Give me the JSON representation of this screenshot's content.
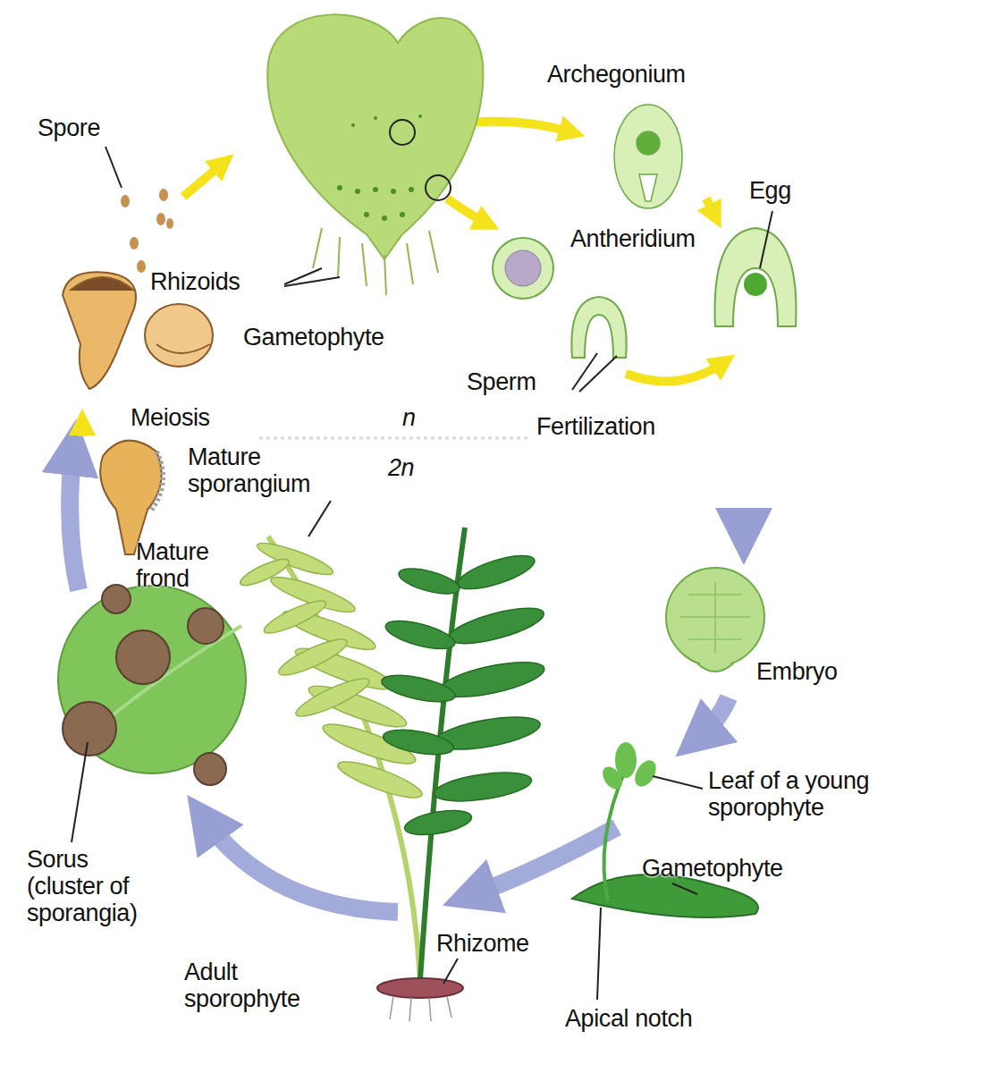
{
  "diagram": {
    "labels": [
      "Spore",
      "Archegonium",
      "Egg",
      "Antheridium",
      "Rhizoids",
      "Gametophyte",
      "Sperm",
      "Fertilization",
      "Meiosis",
      "n",
      "2n",
      "Mature sporangium",
      "Mature frond",
      "Embryo",
      "Leaf of a young sporophyte",
      "Gametophyte",
      "Sorus (cluster of sporangia)",
      "Rhizome",
      "Adult sporophyte",
      "Apical notch"
    ]
  }
}
